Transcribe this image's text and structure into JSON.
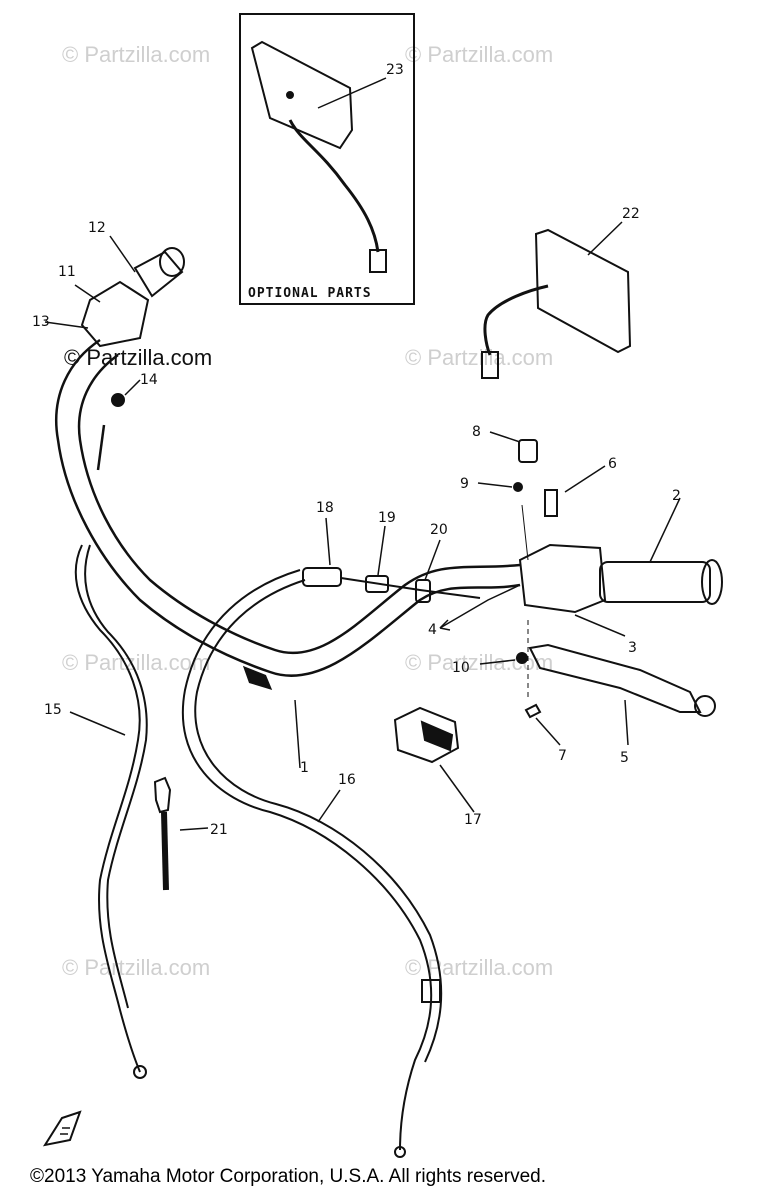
{
  "watermark": "© Partzilla.com",
  "inset_label": "OPTIONAL PARTS",
  "copyright": "©2013 Yamaha Motor Corporation, U.S.A. All rights reserved.",
  "callouts": [
    "1",
    "2",
    "3",
    "4",
    "5",
    "6",
    "7",
    "8",
    "9",
    "10",
    "11",
    "12",
    "13",
    "14",
    "15",
    "16",
    "17",
    "19",
    "18",
    "20",
    "21",
    "22",
    "23"
  ],
  "ink_color": "#111111",
  "watermark_color": "#cfcfcf"
}
